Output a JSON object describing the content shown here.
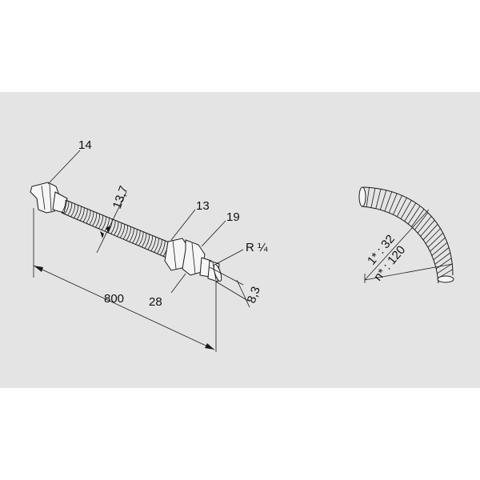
{
  "colors": {
    "panel": "#e4e4e4",
    "line": "#1a1a1a",
    "page": "#ffffff"
  },
  "labels": {
    "l14": "14",
    "l13_7": "13,7",
    "l13": "13",
    "l19": "19",
    "lR": "R ¼",
    "l8_3": "8,3",
    "l28": "28",
    "l800": "800",
    "l1": "1* : 32",
    "ln": "n* : 120"
  }
}
